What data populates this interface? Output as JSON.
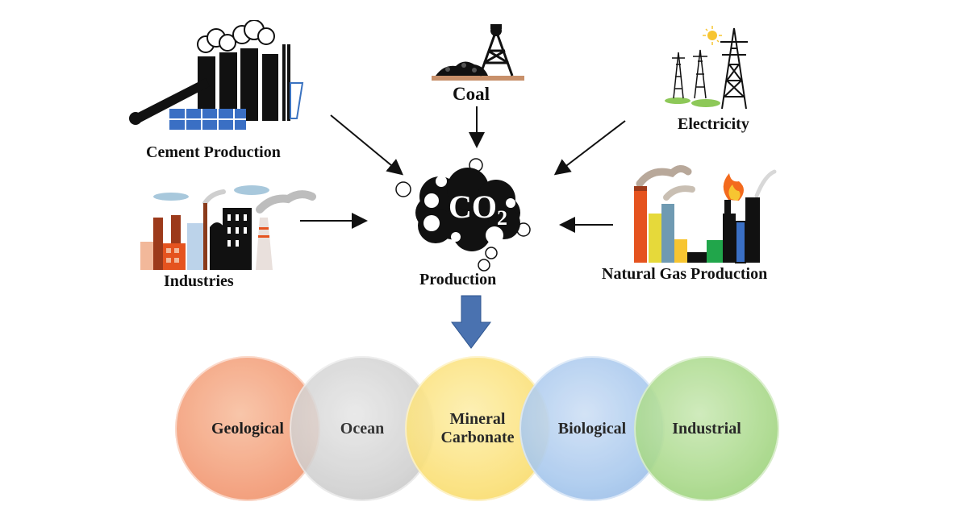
{
  "sources": {
    "cement": "Cement Production",
    "coal": "Coal",
    "electricity": "Electricity",
    "industries": "Industries",
    "natural_gas": "Natural Gas Production"
  },
  "center": {
    "co2": "CO",
    "co2_sub": "2",
    "label": "Production"
  },
  "storage_circles": [
    {
      "label": "Geological",
      "color": "#f4a27f"
    },
    {
      "label": "Ocean",
      "color": "#cfcfcf"
    },
    {
      "label": "Mineral\nCarbonate",
      "color": "#fbe17a"
    },
    {
      "label": "Biological",
      "color": "#a9c9ee"
    },
    {
      "label": "Industrial",
      "color": "#a9d98a"
    }
  ],
  "colors": {
    "arrow_down": "#4a72b0",
    "cloud": "#111111",
    "ground": "#c8906a"
  },
  "icons": [
    "cement-factory-icon",
    "coal-mine-icon",
    "power-tower-icon",
    "industry-skyline-icon",
    "gas-plant-icon",
    "co2-cloud-icon"
  ]
}
